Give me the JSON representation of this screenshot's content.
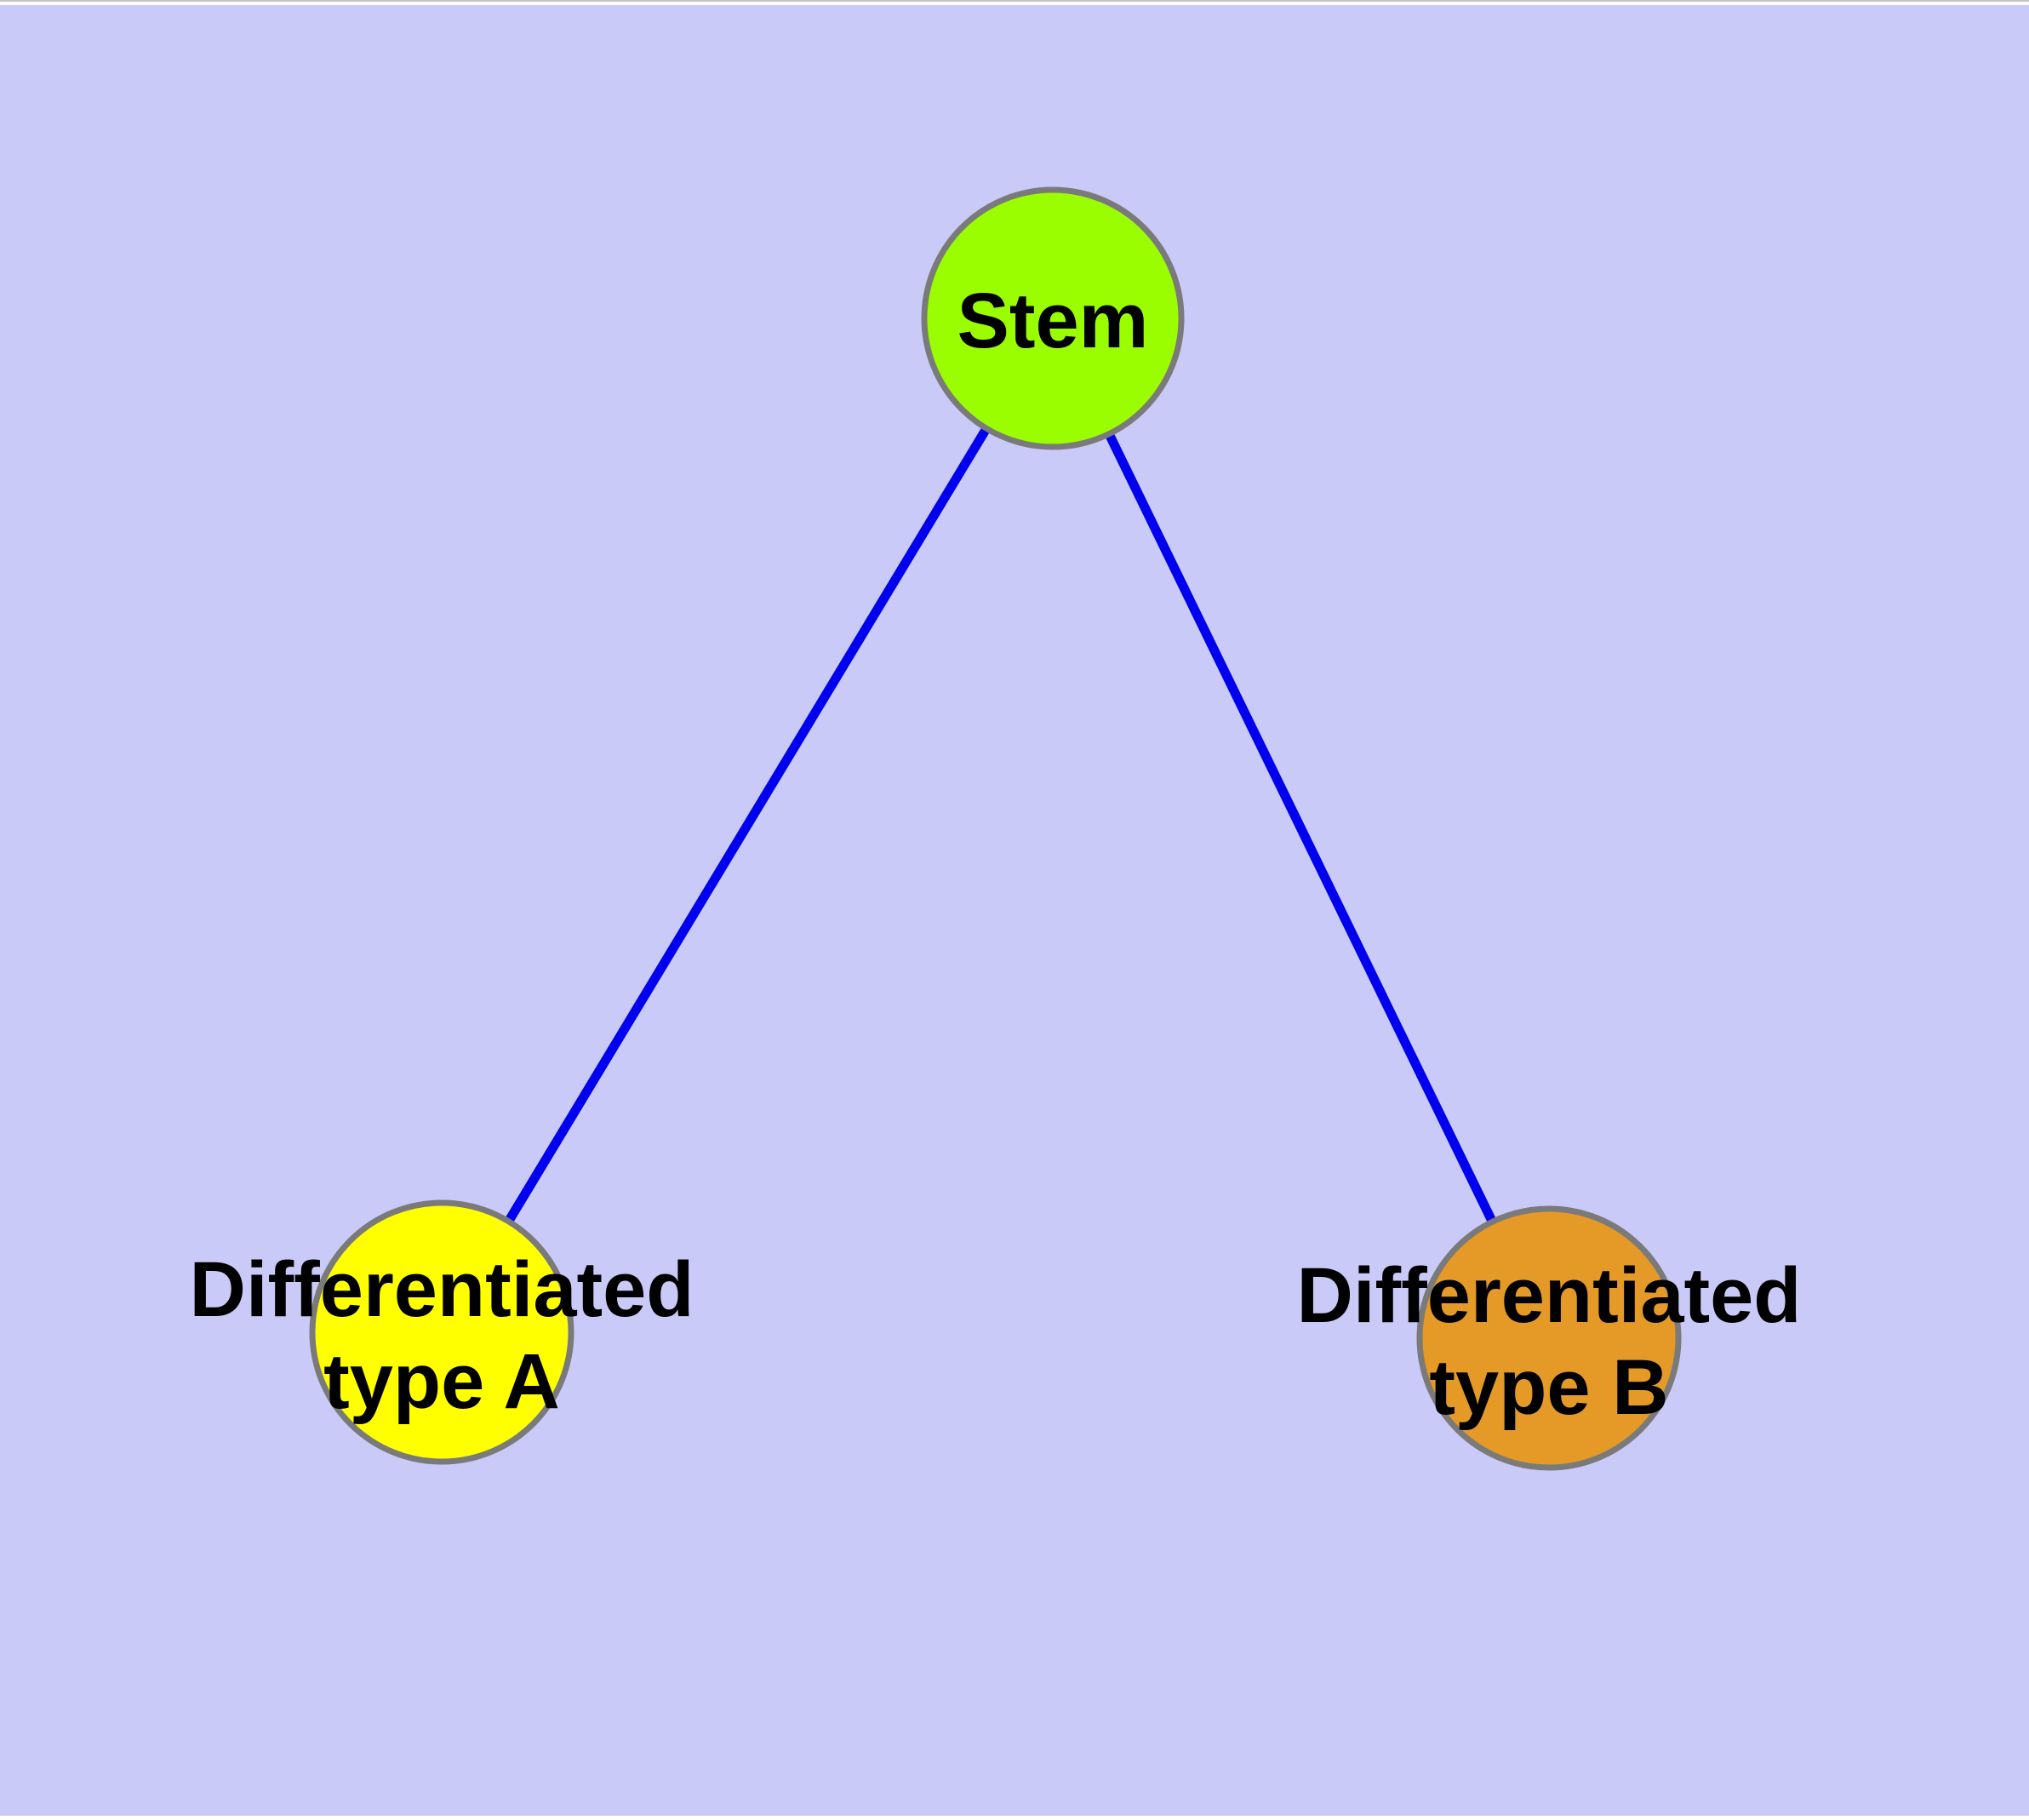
{
  "diagram": {
    "background_color": "#cacaf8",
    "top_hairline_color": "#c4c4c4",
    "edge_color": "#0000ee",
    "node_border_color": "#7a7a7a",
    "text_color": "#000000",
    "nodes": [
      {
        "id": "stem",
        "label": "Stem",
        "fill": "#9afe00"
      },
      {
        "id": "diff-a",
        "label_line1": "Differentiated",
        "label_line2": "type A",
        "fill": "#ffff00"
      },
      {
        "id": "diff-b",
        "label_line1": "Differentiated",
        "label_line2": "type B",
        "fill": "#e59a28"
      }
    ],
    "edges": [
      {
        "from": "Stem",
        "to": "Differentiated type A"
      },
      {
        "from": "Stem",
        "to": "Differentiated type B"
      }
    ]
  }
}
